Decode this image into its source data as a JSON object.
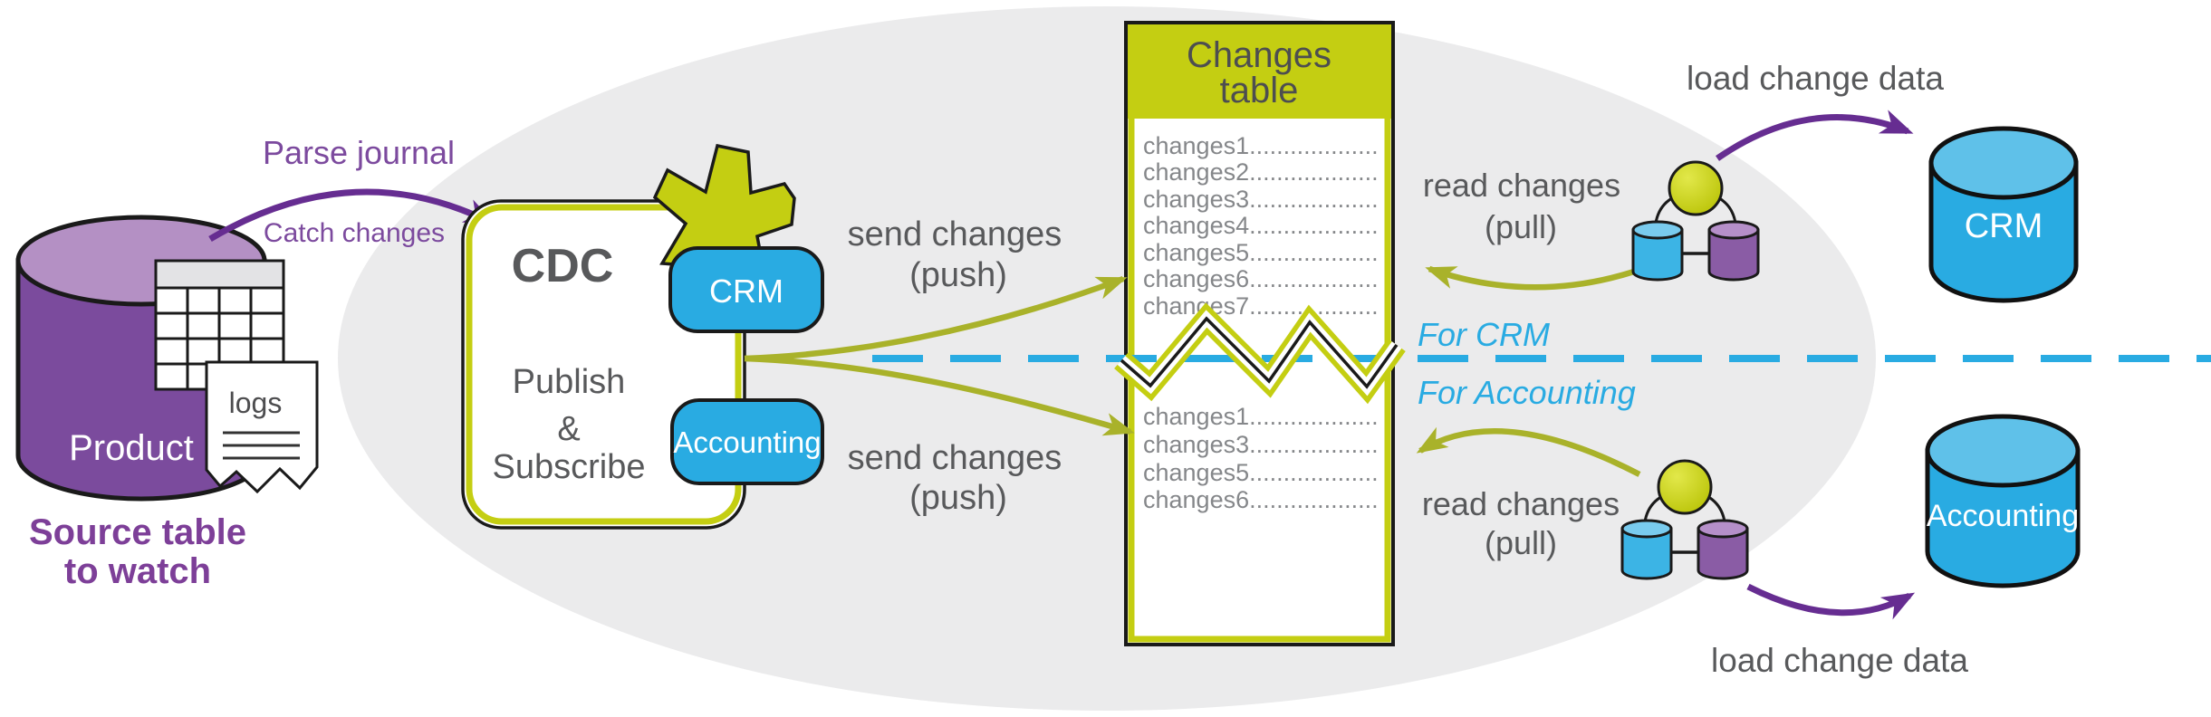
{
  "source": {
    "database_label": "Product",
    "logs_label": "logs",
    "caption_line1": "Source table",
    "caption_line2": "to watch"
  },
  "capture": {
    "arrow_label": "Parse journal",
    "arrow_sublabel": "Catch changes"
  },
  "cdc": {
    "title": "CDC",
    "role_line1": "Publish",
    "role_line2": "&",
    "role_line3": "Subscribe",
    "publication_top": "CRM",
    "publication_bottom": "Accounting"
  },
  "push_top": {
    "line1": "send changes",
    "line2": "(push)"
  },
  "push_bottom": {
    "line1": "send changes",
    "line2": "(push)"
  },
  "changes_table": {
    "title_line1": "Changes",
    "title_line2": "table",
    "top_rows": [
      "changes1...................",
      "changes2...................",
      "changes3...................",
      "changes4...................",
      "changes5...................",
      "changes6...................",
      "changes7..................."
    ],
    "bottom_rows": [
      "changes1...................",
      "changes3...................",
      "changes5...................",
      "changes6..................."
    ]
  },
  "partition": {
    "top_label": "For CRM",
    "bottom_label": "For Accounting"
  },
  "pull_top": {
    "line1": "read changes",
    "line2": "(pull)"
  },
  "pull_bottom": {
    "line1": "read changes",
    "line2": "(pull)"
  },
  "load_top": {
    "label": "load change data"
  },
  "load_bottom": {
    "label": "load change data"
  },
  "targets": {
    "crm_label": "CRM",
    "accounting_label": "Accounting"
  },
  "colors": {
    "olive_bright": "#c4ce12",
    "olive_arrow": "#a9b22a",
    "blue": "#29abe2",
    "purple_shape": "#7b4b9d",
    "purple_arrow": "#662d91",
    "purple_text": "#7d3f98",
    "cyan_dashed": "#29abe2",
    "text_gray": "#58595b",
    "ellipse_gray": "#ebebec"
  }
}
